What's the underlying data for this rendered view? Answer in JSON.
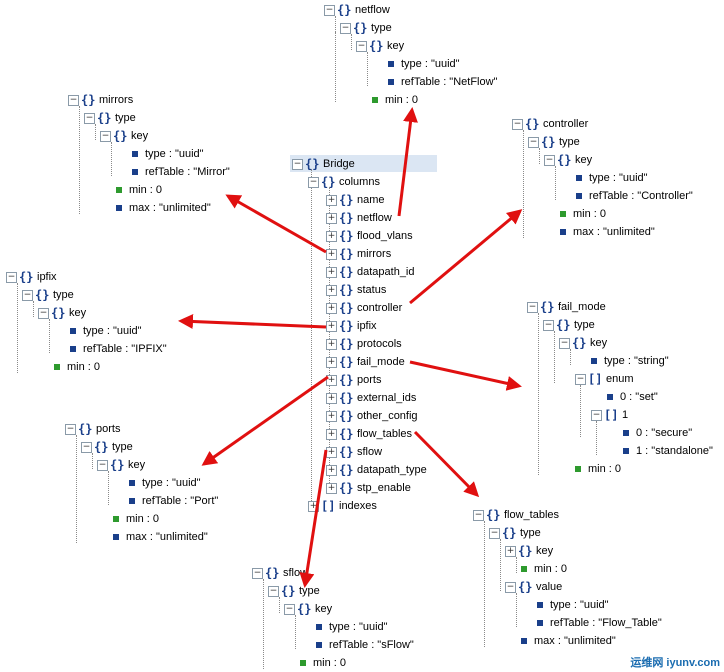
{
  "bridge": {
    "title": "Bridge",
    "columns_label": "columns",
    "columns": [
      "name",
      "netflow",
      "flood_vlans",
      "mirrors",
      "datapath_id",
      "status",
      "controller",
      "ipfix",
      "protocols",
      "fail_mode",
      "ports",
      "external_ids",
      "other_config",
      "flow_tables",
      "sflow",
      "datapath_type",
      "stp_enable"
    ],
    "indexes_label": "indexes"
  },
  "netflow": {
    "title": "netflow",
    "type": "type",
    "key": "key",
    "type_val": "type : \"uuid\"",
    "ref": "refTable : \"NetFlow\"",
    "min": "min : 0"
  },
  "mirrors": {
    "title": "mirrors",
    "type": "type",
    "key": "key",
    "type_val": "type : \"uuid\"",
    "ref": "refTable : \"Mirror\"",
    "min": "min : 0",
    "max": "max : \"unlimited\""
  },
  "controller": {
    "title": "controller",
    "type": "type",
    "key": "key",
    "type_val": "type : \"uuid\"",
    "ref": "refTable : \"Controller\"",
    "min": "min : 0",
    "max": "max : \"unlimited\""
  },
  "ipfix": {
    "title": "ipfix",
    "type": "type",
    "key": "key",
    "type_val": "type : \"uuid\"",
    "ref": "refTable : \"IPFIX\"",
    "min": "min : 0"
  },
  "fail_mode": {
    "title": "fail_mode",
    "type": "type",
    "key": "key",
    "type_val": "type : \"string\"",
    "enum": "enum",
    "e0": "0 : \"set\"",
    "e1": "1",
    "e1_0": "0 : \"secure\"",
    "e1_1": "1 : \"standalone\"",
    "min": "min : 0"
  },
  "ports": {
    "title": "ports",
    "type": "type",
    "key": "key",
    "type_val": "type : \"uuid\"",
    "ref": "refTable : \"Port\"",
    "min": "min : 0",
    "max": "max : \"unlimited\""
  },
  "flow_tables": {
    "title": "flow_tables",
    "type": "type",
    "key": "key",
    "min": "min : 0",
    "value": "value",
    "type_val": "type : \"uuid\"",
    "ref": "refTable : \"Flow_Table\"",
    "max": "max : \"unlimited\""
  },
  "sflow": {
    "title": "sflow",
    "type": "type",
    "key": "key",
    "type_val": "type : \"uuid\"",
    "ref": "refTable : \"sFlow\"",
    "min": "min : 0"
  },
  "watermark": {
    "brand": "运维网",
    "url": "iyunv.com"
  },
  "colors": {
    "arrow": "#e01010",
    "brace": "#1a3f8a",
    "leaf_blue": "#1a3f8a",
    "leaf_green": "#2e9a2e",
    "selection": "#dbe6f3"
  }
}
